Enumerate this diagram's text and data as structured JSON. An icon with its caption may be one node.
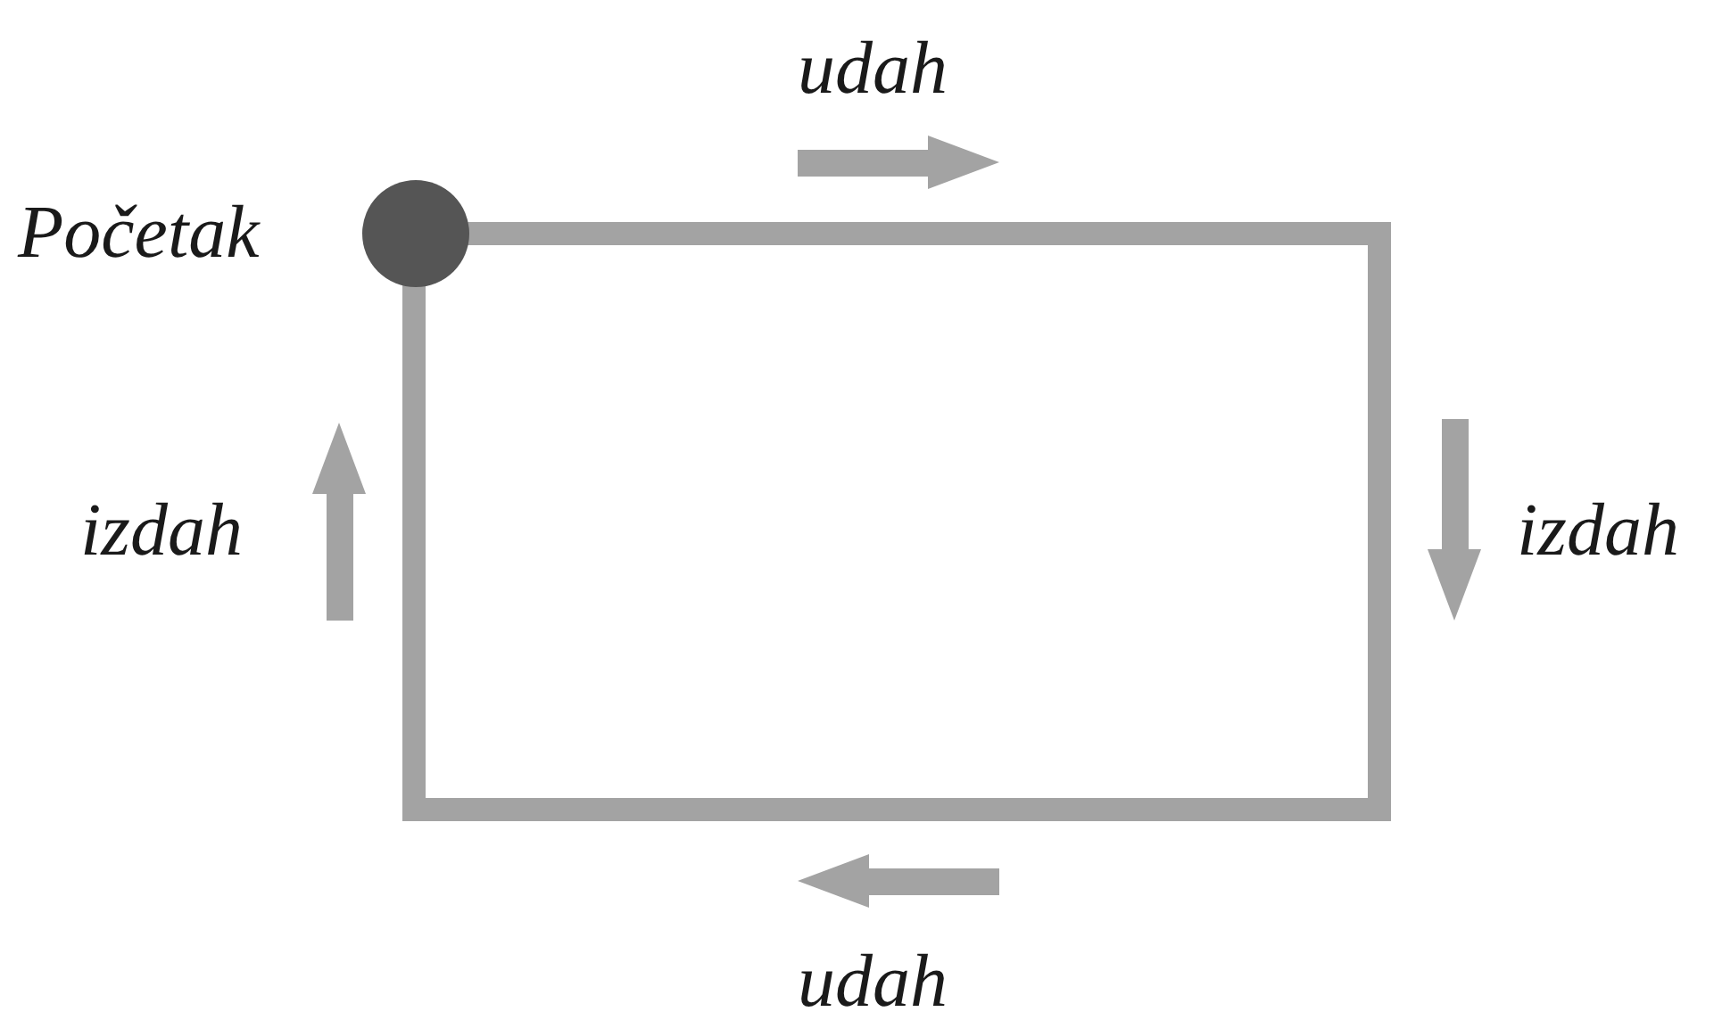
{
  "diagram": {
    "nodes": [
      {
        "text": [],
        "shape": "circle",
        "beside": [
          "Početak"
        ]
      }
    ],
    "labels": [
      "udah",
      "izdah",
      "izdah",
      "udah"
    ]
  }
}
